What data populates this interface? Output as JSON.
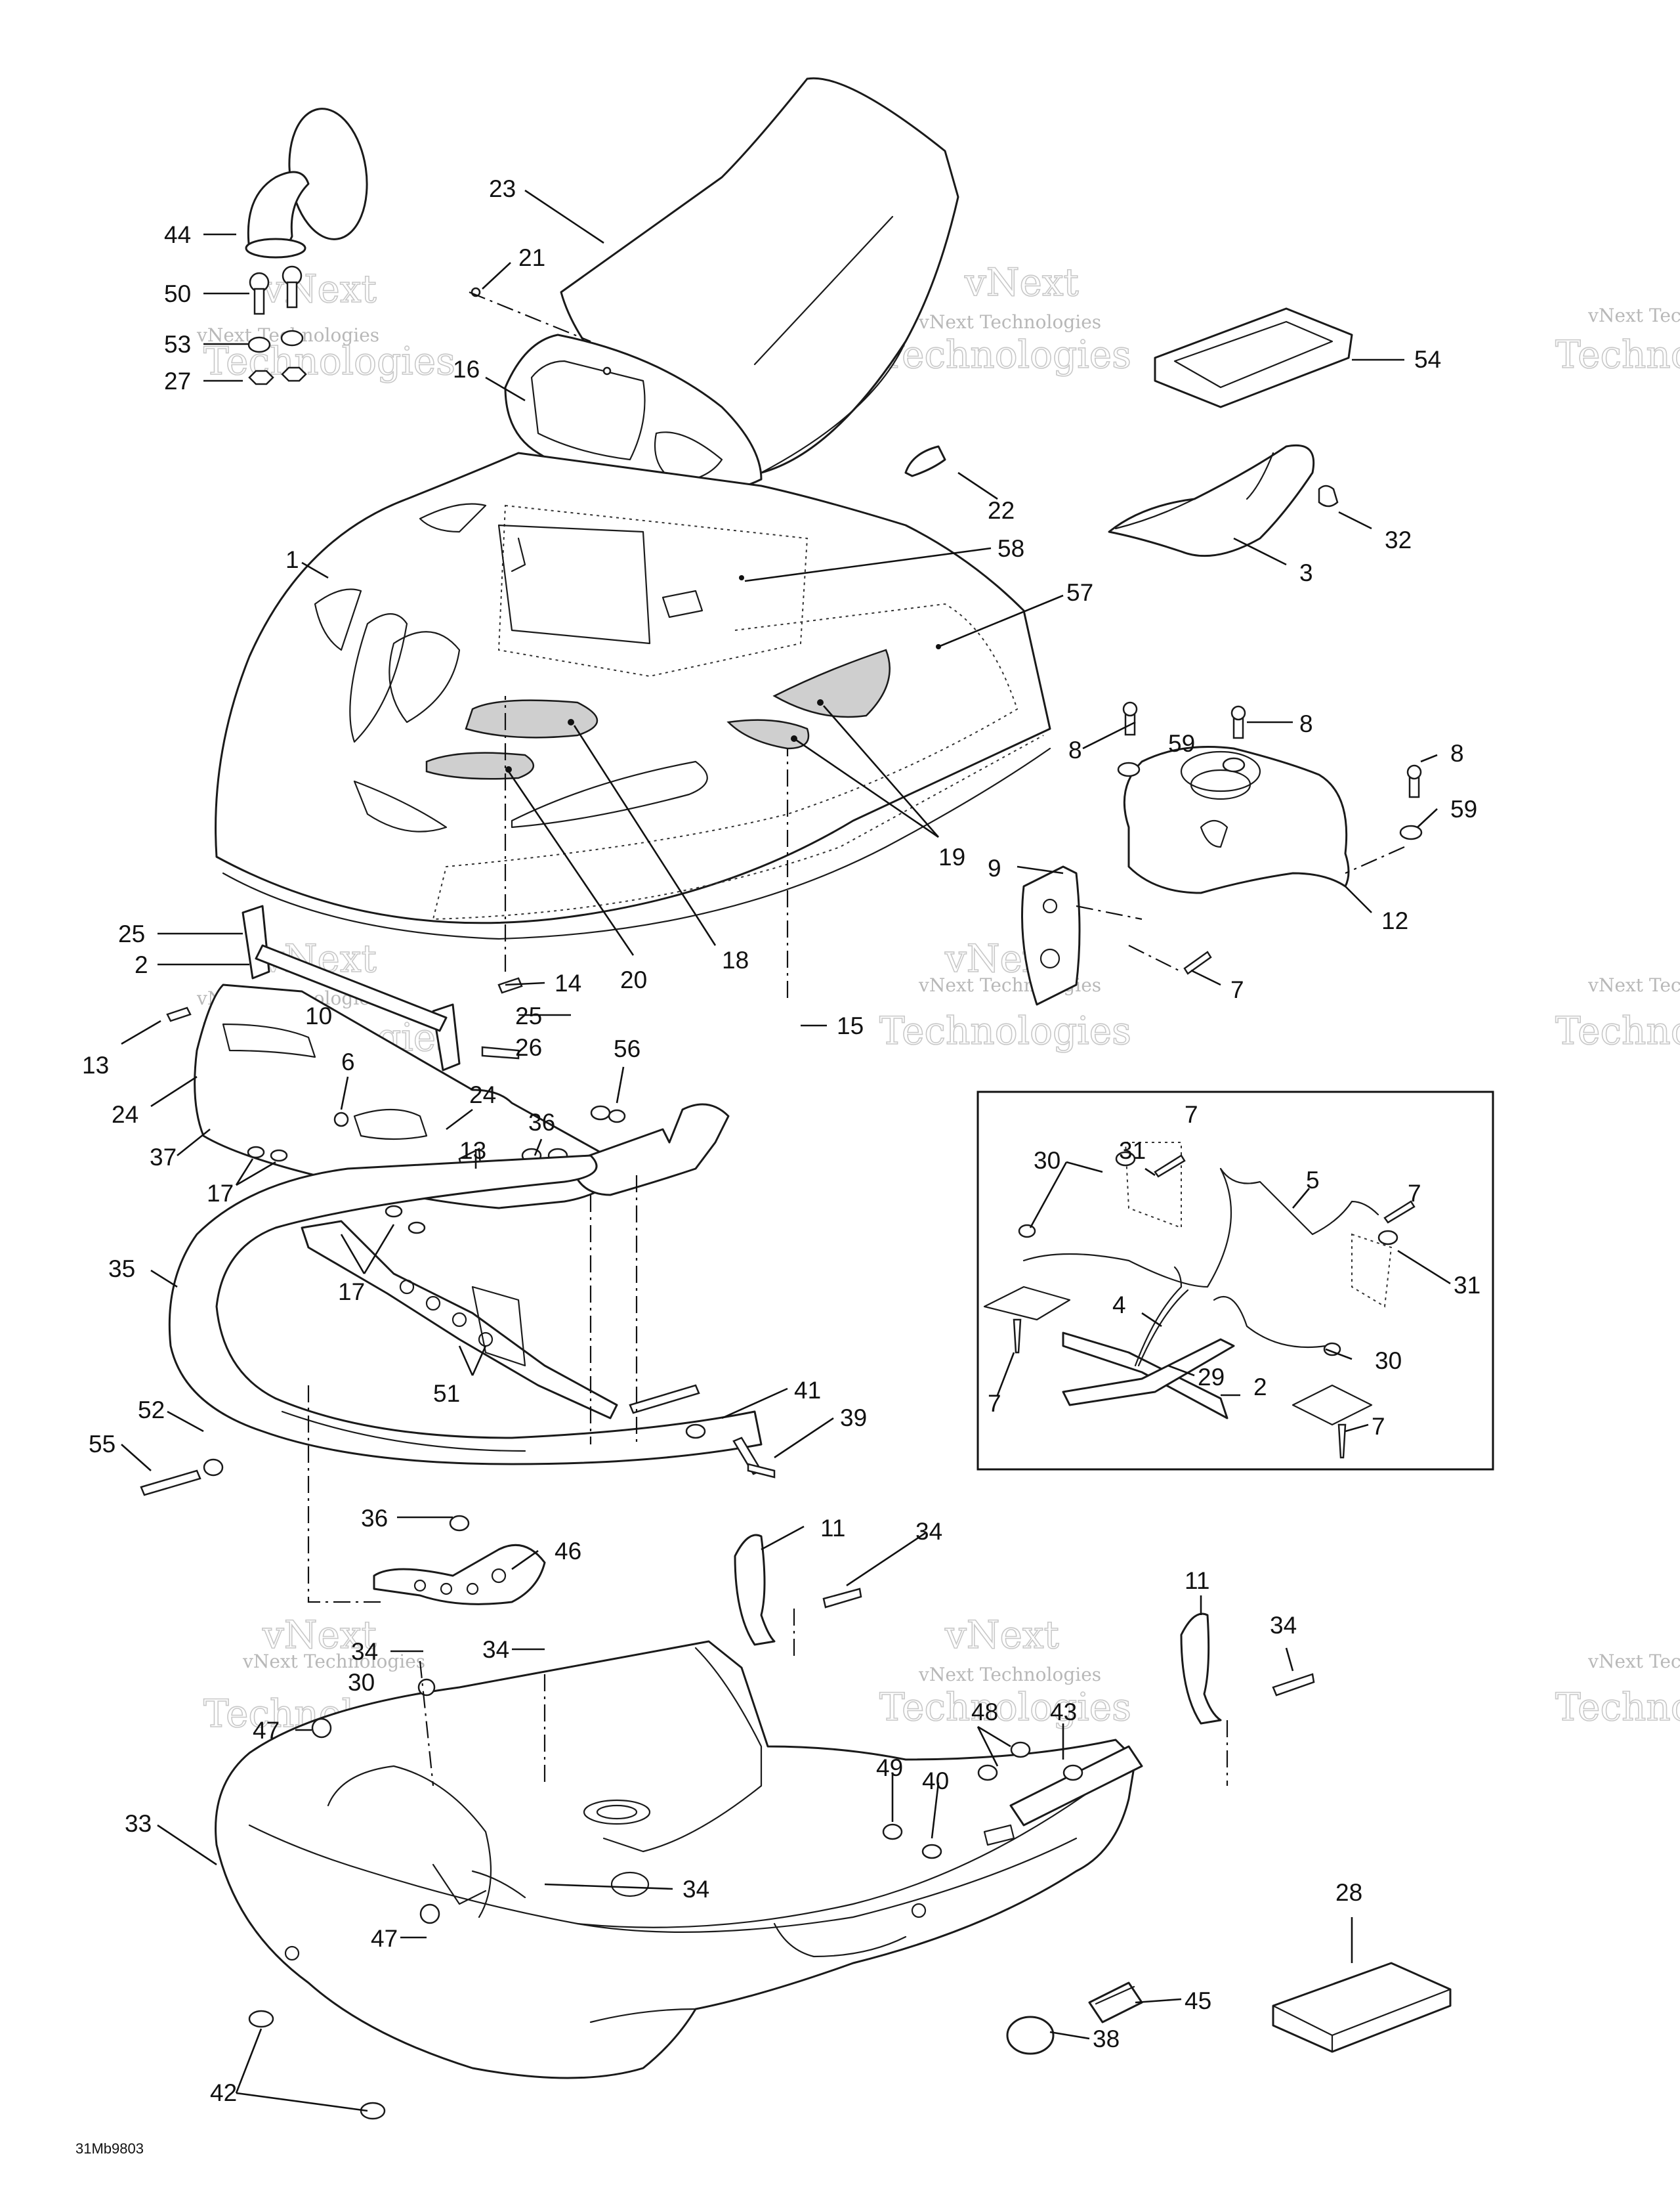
{
  "figure_ref": "31Mb9803",
  "watermark": {
    "line1": "vNext Technologies",
    "line2": "Technologies",
    "mark": "vNext"
  },
  "callouts": [
    {
      "id": "c44",
      "text": "44"
    },
    {
      "id": "c23",
      "text": "23"
    },
    {
      "id": "c21",
      "text": "21"
    },
    {
      "id": "c50",
      "text": "50"
    },
    {
      "id": "c53",
      "text": "53"
    },
    {
      "id": "c27",
      "text": "27"
    },
    {
      "id": "c16",
      "text": "16"
    },
    {
      "id": "c54",
      "text": "54"
    },
    {
      "id": "c22",
      "text": "22"
    },
    {
      "id": "c32",
      "text": "32"
    },
    {
      "id": "c1",
      "text": "1"
    },
    {
      "id": "c58",
      "text": "58"
    },
    {
      "id": "c3",
      "text": "3"
    },
    {
      "id": "c57",
      "text": "57"
    },
    {
      "id": "c8a",
      "text": "8"
    },
    {
      "id": "c59a",
      "text": "59"
    },
    {
      "id": "c8b",
      "text": "8"
    },
    {
      "id": "c8c",
      "text": "8"
    },
    {
      "id": "c59b",
      "text": "59"
    },
    {
      "id": "c19",
      "text": "19"
    },
    {
      "id": "c9",
      "text": "9"
    },
    {
      "id": "c12",
      "text": "12"
    },
    {
      "id": "c25a",
      "text": "25"
    },
    {
      "id": "c2a",
      "text": "2"
    },
    {
      "id": "c14",
      "text": "14"
    },
    {
      "id": "c20",
      "text": "20"
    },
    {
      "id": "c18",
      "text": "18"
    },
    {
      "id": "c7a",
      "text": "7"
    },
    {
      "id": "c10",
      "text": "10"
    },
    {
      "id": "c25b",
      "text": "25"
    },
    {
      "id": "c26",
      "text": "26"
    },
    {
      "id": "c15",
      "text": "15"
    },
    {
      "id": "c13a",
      "text": "13"
    },
    {
      "id": "c6",
      "text": "6"
    },
    {
      "id": "c56",
      "text": "56"
    },
    {
      "id": "c24a",
      "text": "24"
    },
    {
      "id": "c24b",
      "text": "24"
    },
    {
      "id": "c37",
      "text": "37"
    },
    {
      "id": "c13b",
      "text": "13"
    },
    {
      "id": "c36a",
      "text": "36"
    },
    {
      "id": "c17a",
      "text": "17"
    },
    {
      "id": "c35",
      "text": "35"
    },
    {
      "id": "c17b",
      "text": "17"
    },
    {
      "id": "c51",
      "text": "51"
    },
    {
      "id": "c52",
      "text": "52"
    },
    {
      "id": "c41",
      "text": "41"
    },
    {
      "id": "c39",
      "text": "39"
    },
    {
      "id": "c55",
      "text": "55"
    },
    {
      "id": "c36b",
      "text": "36"
    },
    {
      "id": "c46",
      "text": "46"
    },
    {
      "id": "c11a",
      "text": "11"
    },
    {
      "id": "c34a",
      "text": "34"
    },
    {
      "id": "c11b",
      "text": "11"
    },
    {
      "id": "c34b",
      "text": "34"
    },
    {
      "id": "c34c",
      "text": "34"
    },
    {
      "id": "c34d",
      "text": "34"
    },
    {
      "id": "c30a",
      "text": "30"
    },
    {
      "id": "c47a",
      "text": "47"
    },
    {
      "id": "c48",
      "text": "48"
    },
    {
      "id": "c43",
      "text": "43"
    },
    {
      "id": "c49",
      "text": "49"
    },
    {
      "id": "c40",
      "text": "40"
    },
    {
      "id": "c33",
      "text": "33"
    },
    {
      "id": "c34e",
      "text": "34"
    },
    {
      "id": "c47b",
      "text": "47"
    },
    {
      "id": "c28",
      "text": "28"
    },
    {
      "id": "c45",
      "text": "45"
    },
    {
      "id": "c38",
      "text": "38"
    },
    {
      "id": "c42",
      "text": "42"
    },
    {
      "id": "i7a",
      "text": "7"
    },
    {
      "id": "i31a",
      "text": "31"
    },
    {
      "id": "i30a",
      "text": "30"
    },
    {
      "id": "i5",
      "text": "5"
    },
    {
      "id": "i7b",
      "text": "7"
    },
    {
      "id": "i31b",
      "text": "31"
    },
    {
      "id": "i4",
      "text": "4"
    },
    {
      "id": "i30b",
      "text": "30"
    },
    {
      "id": "i29",
      "text": "29"
    },
    {
      "id": "i2",
      "text": "2"
    },
    {
      "id": "i7c",
      "text": "7"
    },
    {
      "id": "i7d",
      "text": "7"
    }
  ]
}
